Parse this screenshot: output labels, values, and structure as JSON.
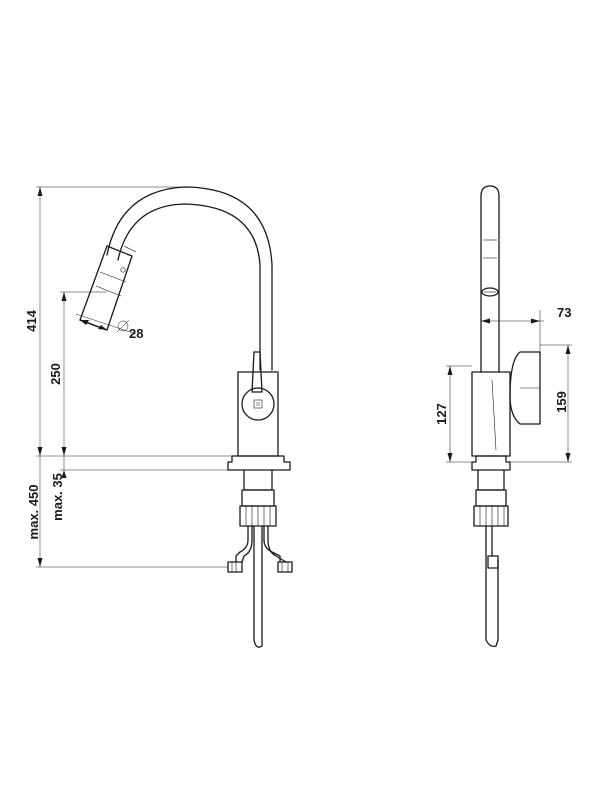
{
  "drawing": {
    "front_view": {
      "dim_total_height": "414",
      "dim_spout_height": "250",
      "dim_spray_diameter": "28",
      "dim_max_hose": "max. 450",
      "dim_max_counter": "max. 35"
    },
    "side_view": {
      "dim_spout_offset": "73",
      "dim_body_height": "127",
      "dim_lever_height": "159"
    }
  }
}
